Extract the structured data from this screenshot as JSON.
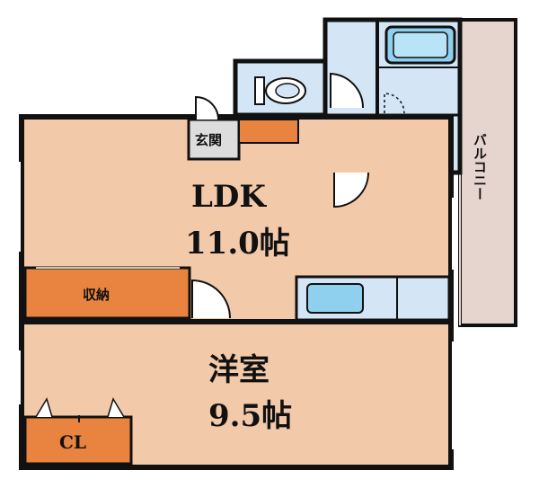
{
  "colors": {
    "room": "#f2c9a9",
    "storage": "#e8843f",
    "wet": "#d4e6f6",
    "fixture": "#8fd0ef",
    "balcony": "#e6d5cf",
    "wall": "#111111",
    "genkan": "#dddddd"
  },
  "rooms": {
    "ldk": {
      "name": "LDK",
      "size": "11.0帖"
    },
    "western": {
      "name": "洋室",
      "size": "9.5帖"
    },
    "storage": {
      "label": "収納"
    },
    "closet": {
      "label": "CL"
    },
    "entrance": {
      "label": "玄関"
    },
    "balcony": {
      "label": "バルコニー"
    }
  },
  "icons": [
    "toilet-icon",
    "bathtub-icon",
    "washbasin-icon",
    "kitchen-sink-icon",
    "door-swing-icon"
  ]
}
